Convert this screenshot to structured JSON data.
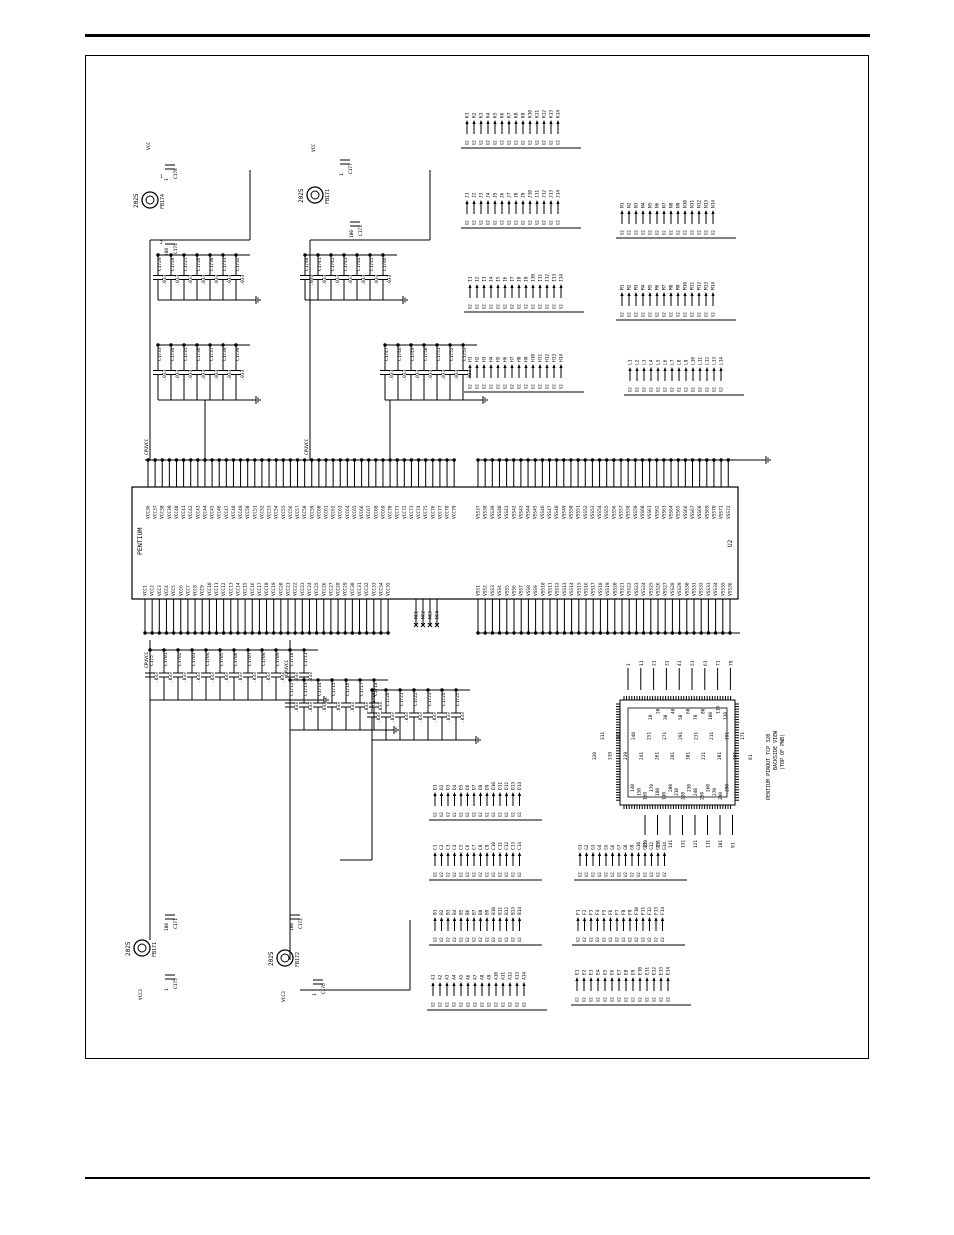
{
  "chip": {
    "name": "PENTIUM",
    "ref": "U2",
    "vcc_left": [
      "VCC1",
      "VCC2",
      "VCC3",
      "VCC4",
      "VCC5",
      "VCC6",
      "VCC7",
      "VCC8",
      "VCC9",
      "VCC10",
      "VCC11",
      "VCC12",
      "VCC13",
      "VCC14",
      "VCC15",
      "VCC16",
      "VCC17",
      "VCC18",
      "VCC19",
      "VCC20",
      "VCC21",
      "VCC22",
      "VCC23",
      "VCC24",
      "VCC25",
      "VCC26",
      "VCC27",
      "VCC28",
      "VCC29",
      "VCC30",
      "VCC31",
      "VCC32",
      "VCC33",
      "VCC34",
      "VCC35"
    ],
    "vcc_right": [
      "VCC36",
      "VCC37",
      "VCC38",
      "VCC39",
      "VCC40",
      "VCC41",
      "VCC42",
      "VCC43",
      "VCC44",
      "VCC45",
      "VCC46",
      "VCC47",
      "VCC48",
      "VCC49",
      "VCC50",
      "VCC51",
      "VCC52",
      "VCC53",
      "VCC54",
      "VCC55",
      "VCC56",
      "VCC57",
      "VCC58",
      "VCC59",
      "VCC60",
      "VCC61",
      "VCC62",
      "VCC63",
      "VCC64",
      "VCC65",
      "VCC66",
      "VCC67",
      "VCC68",
      "VCC69",
      "VCC70",
      "VCC71",
      "VCC72",
      "VCC73",
      "VCC74",
      "VCC75",
      "VCC76",
      "VCC77",
      "VCC78",
      "VCC79"
    ],
    "vss_left": [
      "VSS1",
      "VSS2",
      "VSS3",
      "VSS4",
      "VSS5",
      "VSS6",
      "VSS7",
      "VSS8",
      "VSS9",
      "VSS10",
      "VSS11",
      "VSS12",
      "VSS13",
      "VSS14",
      "VSS15",
      "VSS16",
      "VSS17",
      "VSS18",
      "VSS19",
      "VSS20",
      "VSS21",
      "VSS22",
      "VSS23",
      "VSS24",
      "VSS25",
      "VSS26",
      "VSS27",
      "VSS28",
      "VSS29",
      "VSS30",
      "VSS31",
      "VSS32",
      "VSS33",
      "VSS34",
      "VSS35",
      "VSS36"
    ],
    "vss_right": [
      "VSS37",
      "VSS38",
      "VSS39",
      "VSS40",
      "VSS41",
      "VSS42",
      "VSS43",
      "VSS44",
      "VSS45",
      "VSS46",
      "VSS47",
      "VSS48",
      "VSS49",
      "VSS50",
      "VSS51",
      "VSS52",
      "VSS53",
      "VSS54",
      "VSS55",
      "VSS56",
      "VSS57",
      "VSS58",
      "VSS59",
      "VSS60",
      "VSS61",
      "VSS62",
      "VSS63",
      "VSS64",
      "VSS65",
      "VSS66",
      "VSS67",
      "VSS68",
      "VSS69",
      "VSS70",
      "VSS71",
      "VSS72"
    ],
    "nc": [
      "NC1",
      "NC2",
      "NC3",
      "NC4"
    ]
  },
  "net_labels": {
    "cpuvcc": "CPUVCC",
    "vcc": "VCC",
    "vcc3": "VCC3",
    "two": "2",
    "one": "1"
  },
  "ferrites": [
    {
      "part": "2025",
      "ref": "FB174"
    },
    {
      "part": "2025",
      "ref": "FB171"
    },
    {
      "part": "2025",
      "ref": "FB171"
    },
    {
      "part": "2025",
      "ref": "FB172"
    }
  ],
  "bulk_caps": [
    {
      "ref": "C178",
      "val": "1"
    },
    {
      "ref": "C177",
      "val": "1"
    },
    {
      "ref": "C174",
      "val": "100"
    },
    {
      "ref": "C173",
      "val": "100"
    },
    {
      "ref": "C175",
      "val": "1"
    },
    {
      "ref": "C171",
      "val": "100"
    },
    {
      "ref": "C172",
      "val": "100"
    },
    {
      "ref": "C176",
      "val": "1"
    }
  ],
  "decoupling_val": ".033",
  "cap_groups": [
    {
      "refs": [
        "C1729",
        "C1728",
        "C1727",
        "C1726",
        "C1730",
        "C1731",
        "C1732"
      ]
    },
    {
      "refs": [
        "C1733",
        "C1734",
        "C1735",
        "C1736",
        "C1737",
        "C1738",
        "C1739"
      ]
    },
    {
      "refs": [
        "C1740",
        "C1741",
        "C1742",
        "C1743",
        "C1744",
        "C1745",
        "C1746"
      ]
    },
    {
      "refs": [
        "C1747",
        "C1748",
        "C1749",
        "C1750",
        "C1751",
        "C1752",
        "C1753"
      ]
    },
    {
      "refs": [
        "C175",
        "C1701",
        "C1702",
        "C1703",
        "C1704",
        "C1705",
        "C1706",
        "C1707",
        "C1708",
        "C1709",
        "C1710",
        "C1711"
      ]
    },
    {
      "refs": [
        "C1712",
        "C1713",
        "C1714",
        "C1715",
        "C1716",
        "C1717",
        "C1718"
      ]
    },
    {
      "refs": [
        "C1719",
        "C1720",
        "C1721",
        "C1722",
        "C1723",
        "C1724",
        "C1725"
      ]
    }
  ],
  "pinmaps": [
    {
      "pins": [
        "K1",
        "K2",
        "K3",
        "K4",
        "K5",
        "K6",
        "K7",
        "K8",
        "K9",
        "K10",
        "K11",
        "K12",
        "K13",
        "K14"
      ]
    },
    {
      "pins": [
        "J1",
        "J2",
        "J3",
        "J4",
        "J5",
        "J6",
        "J7",
        "J8",
        "J9",
        "J10",
        "J11",
        "J12",
        "J13",
        "J14"
      ]
    },
    {
      "pins": [
        "N1",
        "N2",
        "N3",
        "N4",
        "N5",
        "N6",
        "N7",
        "N8",
        "N9",
        "N10",
        "N11",
        "N12",
        "N13",
        "N14"
      ]
    },
    {
      "pins": [
        "I1",
        "I2",
        "I3",
        "I4",
        "I5",
        "I6",
        "I7",
        "I8",
        "I9",
        "I10",
        "I11",
        "I12",
        "I13",
        "I14"
      ]
    },
    {
      "pins": [
        "M1",
        "M2",
        "M3",
        "M4",
        "M5",
        "M6",
        "M7",
        "M8",
        "M9",
        "M10",
        "M11",
        "M12",
        "M13",
        "M14"
      ]
    },
    {
      "pins": [
        "H1",
        "H2",
        "H3",
        "H4",
        "H5",
        "H6",
        "H7",
        "H8",
        "H9",
        "H10",
        "H11",
        "H12",
        "H13",
        "H14"
      ]
    },
    {
      "pins": [
        "L1",
        "L2",
        "L3",
        "L4",
        "L5",
        "L6",
        "L7",
        "L8",
        "L9",
        "L10",
        "L11",
        "L12",
        "L13",
        "L14"
      ]
    },
    {
      "pins": [
        "D1",
        "D2",
        "D3",
        "D4",
        "D5",
        "D6",
        "D7",
        "D8",
        "D9",
        "D10",
        "D11",
        "D12",
        "D13",
        "D14"
      ]
    },
    {
      "pins": [
        "C1",
        "C2",
        "C3",
        "C4",
        "C5",
        "C6",
        "C7",
        "C8",
        "C9",
        "C10",
        "C11",
        "C12",
        "C13",
        "C14"
      ]
    },
    {
      "pins": [
        "G1",
        "G2",
        "G3",
        "G4",
        "G5",
        "G6",
        "G7",
        "G8",
        "G9",
        "G10",
        "G11",
        "G12",
        "G13",
        "G14"
      ]
    },
    {
      "pins": [
        "B1",
        "B2",
        "B3",
        "B4",
        "B5",
        "B6",
        "B7",
        "B8",
        "B9",
        "B10",
        "B11",
        "B12",
        "B13",
        "B14"
      ]
    },
    {
      "pins": [
        "F1",
        "F2",
        "F3",
        "F4",
        "F5",
        "F6",
        "F7",
        "F8",
        "F9",
        "F10",
        "F11",
        "F12",
        "F13",
        "F14"
      ]
    },
    {
      "pins": [
        "A1",
        "A2",
        "A3",
        "A4",
        "A5",
        "A6",
        "A7",
        "A8",
        "A9",
        "A10",
        "A11",
        "A12",
        "A13",
        "A14"
      ]
    },
    {
      "pins": [
        "E1",
        "E2",
        "E3",
        "E4",
        "E5",
        "E6",
        "E7",
        "E8",
        "E9",
        "E10",
        "E11",
        "E12",
        "E13",
        "E14"
      ]
    }
  ],
  "pinout": {
    "title": "PENTIUM PINOUT TCP 320",
    "line2": "BACKSIDE VIEW",
    "line3": "(TOP OF PWB)",
    "edge_top": [
      "1",
      "11",
      "21",
      "31",
      "41",
      "51",
      "61",
      "71",
      "79"
    ],
    "edge_bottom": [
      "159",
      "151",
      "141",
      "131",
      "121",
      "111",
      "101",
      "91"
    ],
    "inner_a": [
      "10",
      "20",
      "30",
      "40",
      "50",
      "60",
      "70",
      "80",
      "100",
      "110",
      "120"
    ],
    "inner_b": [
      "140",
      "150",
      "160",
      "170",
      "180",
      "190",
      "200",
      "210",
      "220",
      "230",
      "240",
      "250",
      "260",
      "270",
      "280",
      "290"
    ],
    "corners": [
      "320",
      "311",
      "319",
      "161",
      "239",
      "240",
      "241",
      "251",
      "261",
      "271",
      "281",
      "291",
      "301",
      "231",
      "221",
      "211",
      "201",
      "191",
      "181",
      "171",
      "81"
    ]
  }
}
